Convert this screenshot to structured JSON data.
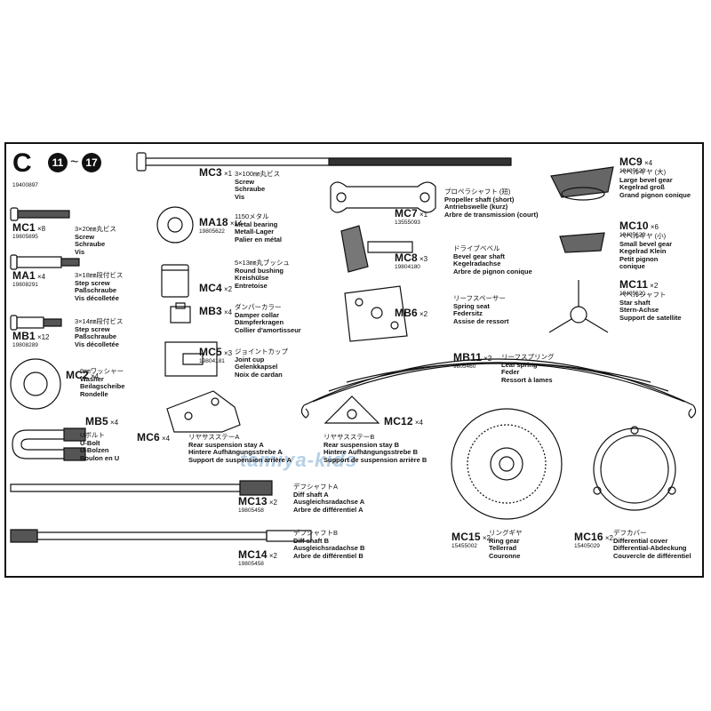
{
  "header": {
    "section_letter": "C",
    "step_from": "11",
    "step_sep": "~",
    "step_to": "17",
    "sheet_no": "19400897"
  },
  "watermark": "tamiya-kids",
  "parts": [
    {
      "id": "mc3",
      "code": "MC3",
      "qty": "×1",
      "pn": "",
      "lines": [
        "3×100㎜丸ビス",
        "Screw",
        "Schraube",
        "Vis"
      ]
    },
    {
      "id": "mc9",
      "code": "MC9",
      "qty": "×4",
      "pn": "19405620",
      "lines": [
        "ベベルギヤ (大)",
        "Large bevel gear",
        "Kegelrad groß",
        "Grand pignon conique"
      ]
    },
    {
      "id": "mc1",
      "code": "MC1",
      "qty": "×8",
      "pn": "19805895",
      "lines": [
        "3×20㎜丸ビス",
        "Screw",
        "Schraube",
        "Vis"
      ]
    },
    {
      "id": "ma18",
      "code": "MA18",
      "qty": "×14",
      "pn": "19805622",
      "lines": [
        "1150メタル",
        "Metal bearing",
        "Metall-Lager",
        "Palier en métal"
      ]
    },
    {
      "id": "mc7",
      "code": "MC7",
      "qty": "×1",
      "pn": "13555093",
      "lines": [
        "プロペラシャフト (短)",
        "Propeller shaft (short)",
        "Antriebswelle (kurz)",
        "Arbre de transmission (court)"
      ]
    },
    {
      "id": "mc10",
      "code": "MC10",
      "qty": "×6",
      "pn": "19405620",
      "lines": [
        "ベベルギヤ (小)",
        "Small bevel gear",
        "Kegelrad Klein",
        "Petit pignon",
        "conique"
      ]
    },
    {
      "id": "mc8",
      "code": "MC8",
      "qty": "×3",
      "pn": "19804180",
      "lines": [
        "ドライブベベル",
        "Bevel gear shaft",
        "Kegelradachse",
        "Arbre de pignon conique"
      ]
    },
    {
      "id": "ma1",
      "code": "MA1",
      "qty": "×4",
      "pn": "19808291",
      "lines": [
        "3×18㎜段付ビス",
        "Step screw",
        "Paßschraube",
        "Vis décolletée"
      ]
    },
    {
      "id": "mc4",
      "code": "MC4",
      "qty": "×2",
      "pn": "",
      "lines": [
        "5×13㎜丸ブッシュ",
        "Round bushing",
        "Kreishülse",
        "Entretoise"
      ]
    },
    {
      "id": "mc11",
      "code": "MC11",
      "qty": "×2",
      "pn": "19405620",
      "lines": [
        "ベベルシャフト",
        "Star shaft",
        "Stern-Achse",
        "Support de satellite"
      ]
    },
    {
      "id": "mb6",
      "code": "MB6",
      "qty": "×2",
      "pn": "",
      "lines": [
        "リーフスペーサー",
        "Spring seat",
        "Federsitz",
        "Assise de ressort"
      ]
    },
    {
      "id": "mb3",
      "code": "MB3",
      "qty": "×4",
      "pn": "",
      "lines": [
        "ダンパーカラー",
        "Damper collar",
        "Dämpferkragen",
        "Collier d'amortisseur"
      ]
    },
    {
      "id": "mb1",
      "code": "MB1",
      "qty": "×12",
      "pn": "19808289",
      "lines": [
        "3×14㎜段付ビス",
        "Step screw",
        "Paßschraube",
        "Vis décolletée"
      ]
    },
    {
      "id": "mc5",
      "code": "MC5",
      "qty": "×3",
      "pn": "19804181",
      "lines": [
        "ジョイントカップ",
        "Joint cup",
        "Gelenkkapsel",
        "Noix de cardan"
      ]
    },
    {
      "id": "mb11",
      "code": "MB11",
      "qty": "×2",
      "pn": "9805460",
      "lines": [
        "リーフスプリング",
        "Leaf spring",
        "Feder",
        "Ressort à lames"
      ]
    },
    {
      "id": "mc2",
      "code": "MC2",
      "qty": "×4",
      "pn": "",
      "lines": [
        "9㎜ワッシャー",
        "Washer",
        "Beilagscheibe",
        "Rondelle"
      ]
    },
    {
      "id": "mb5",
      "code": "MB5",
      "qty": "×4",
      "pn": "",
      "lines": [
        "Uボルト",
        "U-Bolt",
        "U-Bolzen",
        "Boulon en U"
      ]
    },
    {
      "id": "mc6",
      "code": "MC6",
      "qty": "×4",
      "pn": "",
      "lines": [
        "リヤサスステーA",
        "Rear suspension stay A",
        "Hintere Aufhängungsstrebe A",
        "Support de suspension arrière A"
      ]
    },
    {
      "id": "mc12",
      "code": "MC12",
      "qty": "×4",
      "pn": "",
      "lines": [
        "リヤサスステーB",
        "Rear suspension stay B",
        "Hintere Aufhängungsstrebe B",
        "Support de suspension arrière B"
      ]
    },
    {
      "id": "mc13",
      "code": "MC13",
      "qty": "×2",
      "pn": "19805458",
      "lines": [
        "デフシャフトA",
        "Diff shaft A",
        "Ausgleichsradachse A",
        "Arbre de différentiel A"
      ]
    },
    {
      "id": "mc14",
      "code": "MC14",
      "qty": "×2",
      "pn": "19805458",
      "lines": [
        "デフシャフトB",
        "Diff shaft B",
        "Ausgleichsradachse B",
        "Arbre de différentiel B"
      ]
    },
    {
      "id": "mc15",
      "code": "MC15",
      "qty": "×2",
      "pn": "15455002",
      "lines": [
        "リングギヤ",
        "Ring gear",
        "Tellerrad",
        "Couronne"
      ]
    },
    {
      "id": "mc16",
      "code": "MC16",
      "qty": "×2",
      "pn": "15405029",
      "lines": [
        "デフカバー",
        "Differential cover",
        "Differential-Abdeckung",
        "Couvercle de différentiel"
      ]
    }
  ]
}
